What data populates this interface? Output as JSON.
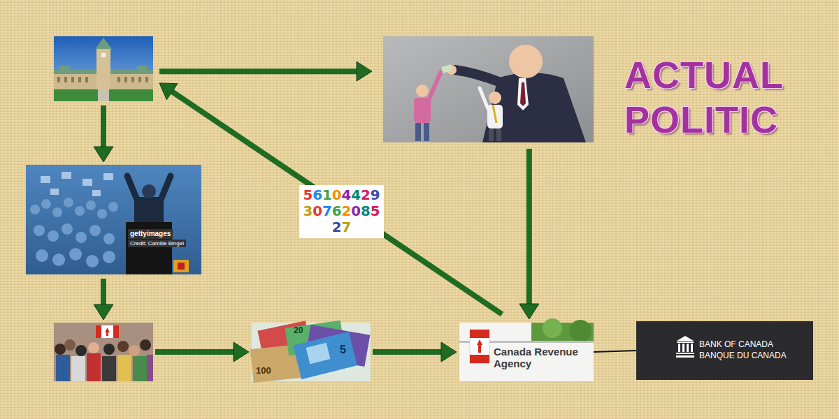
{
  "diagram": {
    "title": "ACTUAL POLITIC",
    "nodes": [
      {
        "text": []
      },
      {
        "text": []
      },
      {
        "text": [
          "gettyimages",
          "Credit: Camille Bingel"
        ]
      },
      {
        "text": []
      },
      {
        "text": [
          "100",
          "20",
          "5"
        ]
      },
      {
        "text": [
          "Canada Revenue Agency"
        ]
      },
      {
        "text": [
          "BANK OF CANADA",
          "BANQUE DU CANADA"
        ]
      }
    ],
    "edges": [
      {
        "from": 0,
        "to": 1,
        "arrow": "to"
      },
      {
        "from": 0,
        "to": 2,
        "arrow": "to"
      },
      {
        "from": 2,
        "to": 3,
        "arrow": "to"
      },
      {
        "from": 3,
        "to": 4,
        "arrow": "to"
      },
      {
        "from": 4,
        "to": 5,
        "arrow": "to"
      },
      {
        "from": 1,
        "to": 5,
        "arrow": "to"
      },
      {
        "from": 5,
        "to": 0,
        "label": "561044293076208527",
        "arrow": "to"
      },
      {
        "from": 5,
        "to": 6,
        "arrow": "none"
      }
    ]
  }
}
